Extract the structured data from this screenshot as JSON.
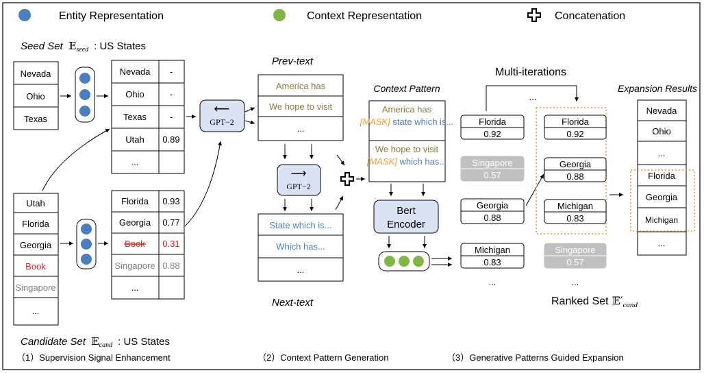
{
  "legend": {
    "entity": "Entity Representation",
    "context": "Context Representation",
    "concat": "Concatenation"
  },
  "colors": {
    "entity": "#4a7ec2",
    "context": "#7fb83e",
    "box_blue": "#dae3f3",
    "prev_text": "#8b7a3d",
    "next_text": "#4a7ec2",
    "mask": "#f0a030",
    "removed": "#e02020",
    "grey": "#808080",
    "dotted": "#f08a2c",
    "grey_box": "#c0c0c0"
  },
  "seed_set": {
    "label": "Seed Set",
    "symbol": "𝔼",
    "sub": "seed",
    "suffix": ":  US States"
  },
  "seed_list": [
    "Nevada",
    "Ohio",
    "Texas"
  ],
  "candidate_list": [
    {
      "name": "Utah",
      "style": "normal"
    },
    {
      "name": "Florida",
      "style": "normal"
    },
    {
      "name": "Georgia",
      "style": "normal"
    },
    {
      "name": "Book",
      "style": "red"
    },
    {
      "name": "Singapore",
      "style": "grey"
    },
    {
      "name": "...",
      "style": "normal"
    }
  ],
  "enhanced_seed_table": [
    {
      "name": "Nevada",
      "score": "-"
    },
    {
      "name": "Ohio",
      "score": "-"
    },
    {
      "name": "Texas",
      "score": "-"
    },
    {
      "name": "Utah",
      "score": "0.89"
    },
    {
      "name": "...",
      "score": ""
    }
  ],
  "candidate_score_table": [
    {
      "name": "Florida",
      "score": "0.93",
      "style": "normal"
    },
    {
      "name": "Georgia",
      "score": "0.77",
      "style": "normal"
    },
    {
      "name": "Book",
      "score": "0.31",
      "style": "red"
    },
    {
      "name": "Singapore",
      "score": "0.88",
      "style": "grey"
    },
    {
      "name": "...",
      "score": "",
      "style": "normal"
    }
  ],
  "gpt_backward": {
    "arrow": "⟵",
    "label": "GPT−2"
  },
  "gpt_forward": {
    "arrow": "⟶",
    "label": "GPT−2"
  },
  "prev_text": {
    "title": "Prev-text",
    "items": [
      "America has",
      "We hope to visit",
      "..."
    ]
  },
  "next_text": {
    "title": "Next-text",
    "items": [
      "State which is...",
      "Which has...",
      "..."
    ]
  },
  "context_pattern": {
    "title": "Context Pattern",
    "p1": {
      "prefix": "America has",
      "mask": "[MASK]",
      "suffix": " state which is..."
    },
    "p2": {
      "prefix": "We hope to visit",
      "mask": "[MASK]",
      "suffix": " which has..."
    }
  },
  "bert": {
    "line1": "Bert",
    "line2": "Encoder"
  },
  "multi_iterations": "Multi-iterations",
  "left_column": [
    {
      "name": "Florida",
      "score": "0.92",
      "grey": false
    },
    {
      "name": "Singapore",
      "score": "0.57",
      "grey": true
    },
    {
      "name": "Georgia",
      "score": "0.88",
      "grey": false
    },
    {
      "name": "Michigan",
      "score": "0.83",
      "grey": false
    }
  ],
  "right_column": [
    {
      "name": "Florida",
      "score": "0.92",
      "grey": false
    },
    {
      "name": "Georgia",
      "score": "0.88",
      "grey": false
    },
    {
      "name": "Michigan",
      "score": "0.83",
      "grey": false
    },
    {
      "name": "Singapore",
      "score": "0.57",
      "grey": true
    }
  ],
  "ellipsis": "...",
  "ranked_set": {
    "label": "Ranked Set",
    "symbol": "𝔼′",
    "sub": "cand"
  },
  "expansion": {
    "title": "Expansion Results",
    "items": [
      "Nevada",
      "Ohio",
      "...",
      "Florida",
      "Georgia",
      "Michigan",
      "..."
    ]
  },
  "candidate_set": {
    "label": "Candidate Set",
    "symbol": "𝔼",
    "sub": "cand",
    "suffix": ":  US States"
  },
  "stages": [
    "（1）Supervision Signal Enhancement",
    "（2）Context Pattern Generation",
    "（3）Generative Patterns Guided Expansion"
  ]
}
